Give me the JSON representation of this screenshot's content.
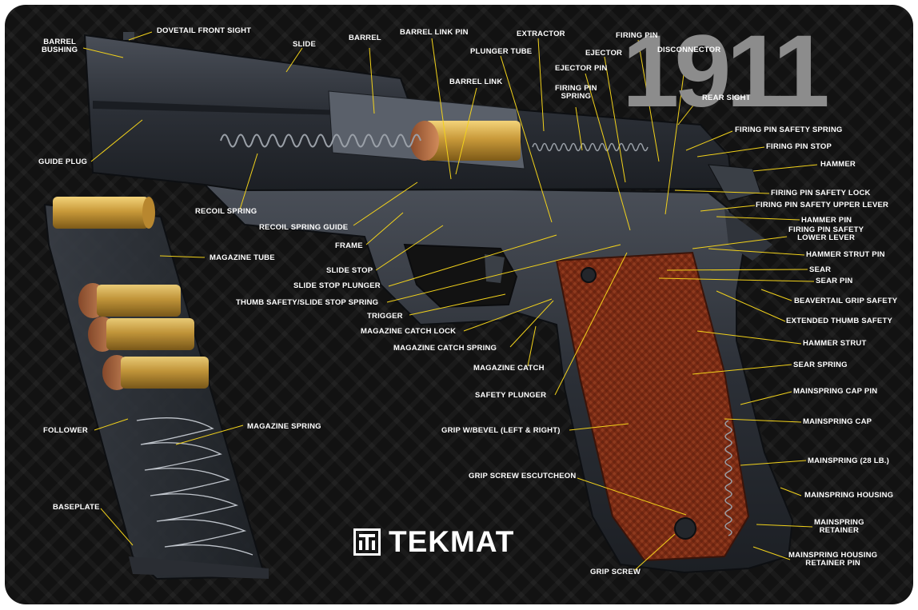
{
  "model": "1911",
  "brand": "TEKMAT",
  "colors": {
    "background": "#121212",
    "leader": "#f2d21b",
    "grip": "#7a2b14",
    "brass": "#c99a3a",
    "steel": "#2b2f36",
    "model_text": "#8c8c8c"
  },
  "parts": [
    "DOVETAIL FRONT SIGHT",
    "BARREL\nBUSHING",
    "SLIDE",
    "BARREL",
    "BARREL LINK PIN",
    "EXTRACTOR",
    "FIRING PIN",
    "PLUNGER TUBE",
    "EJECTOR",
    "DISCONNECTOR",
    "EJECTOR PIN",
    "BARREL LINK",
    "FIRING PIN\nSPRING",
    "REAR SIGHT",
    "FIRING PIN SAFETY SPRING",
    "FIRING PIN STOP",
    "HAMMER",
    "GUIDE PLUG",
    "FIRING PIN SAFETY LOCK",
    "FIRING PIN SAFETY UPPER LEVER",
    "HAMMER PIN",
    "FIRING PIN SAFETY\nLOWER LEVER",
    "HAMMER STRUT PIN",
    "RECOIL SPRING",
    "RECOIL SPRING GUIDE",
    "FRAME",
    "MAGAZINE TUBE",
    "SLIDE STOP",
    "SEAR",
    "SEAR PIN",
    "SLIDE STOP PLUNGER",
    "BEAVERTAIL GRIP SAFETY",
    "THUMB SAFETY/SLIDE STOP SPRING",
    "TRIGGER",
    "EXTENDED THUMB SAFETY",
    "MAGAZINE CATCH LOCK",
    "HAMMER STRUT",
    "MAGAZINE CATCH SPRING",
    "SEAR SPRING",
    "MAGAZINE CATCH",
    "MAINSPRING CAP PIN",
    "SAFETY PLUNGER",
    "FOLLOWER",
    "MAGAZINE SPRING",
    "MAINSPRING CAP",
    "GRIP W/BEVEL (LEFT & RIGHT)",
    "MAINSPRING (28 LB.)",
    "GRIP SCREW ESCUTCHEON",
    "BASEPLATE",
    "MAINSPRING HOUSING",
    "MAINSPRING\nRETAINER",
    "MAINSPRING HOUSING\nRETAINER PIN",
    "GRIP SCREW"
  ]
}
